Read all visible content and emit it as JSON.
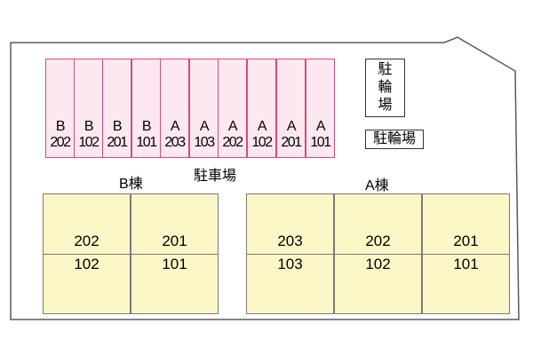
{
  "parking_label": "駐車場",
  "bike_parking_box": "駐\n輪\n場",
  "bike_parking_label": "駐輪場",
  "building_b_label": "B棟",
  "building_a_label": "A棟",
  "slots": [
    {
      "building": "B",
      "room": "202"
    },
    {
      "building": "B",
      "room": "102"
    },
    {
      "building": "B",
      "room": "201"
    },
    {
      "building": "B",
      "room": "101"
    },
    {
      "building": "A",
      "room": "203"
    },
    {
      "building": "A",
      "room": "103"
    },
    {
      "building": "A",
      "room": "202"
    },
    {
      "building": "A",
      "room": "102"
    },
    {
      "building": "A",
      "room": "201"
    },
    {
      "building": "A",
      "room": "101"
    }
  ],
  "building_b_units": [
    {
      "upper": "202",
      "lower": "102"
    },
    {
      "upper": "201",
      "lower": "101"
    }
  ],
  "building_a_units": [
    {
      "upper": "203",
      "lower": "103"
    },
    {
      "upper": "202",
      "lower": "102"
    },
    {
      "upper": "201",
      "lower": "101"
    }
  ],
  "colors": {
    "site_border": "#5a5a5a",
    "slot_fill": "#fde8f1",
    "slot_border": "#d64a7d",
    "unit_fill": "#fbf7c7",
    "unit_border": "#7a7a7a"
  }
}
